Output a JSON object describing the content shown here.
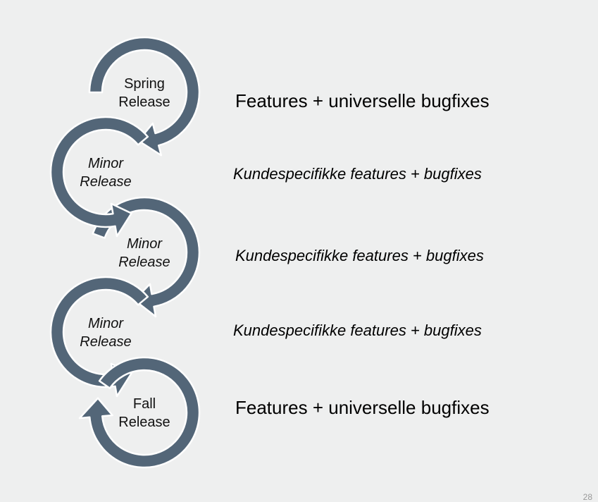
{
  "stages": [
    {
      "line1": "Spring",
      "line2": "Release",
      "description": "Features + universelle bugfixes",
      "italic": false
    },
    {
      "line1": "Minor",
      "line2": "Release",
      "description": "Kundespecifikke features + bugfixes",
      "italic": true
    },
    {
      "line1": "Minor",
      "line2": "Release",
      "description": "Kundespecifikke features + bugfixes",
      "italic": true
    },
    {
      "line1": "Minor",
      "line2": "Release",
      "description": "Kundespecifikke features + bugfixes",
      "italic": true
    },
    {
      "line1": "Fall",
      "line2": "Release",
      "description": "Features + universelle bugfixes",
      "italic": false
    }
  ],
  "page_number": "28",
  "colors": {
    "arrow": "#536678",
    "arrow_edge": "#ffffff",
    "background": "#eeefef"
  }
}
